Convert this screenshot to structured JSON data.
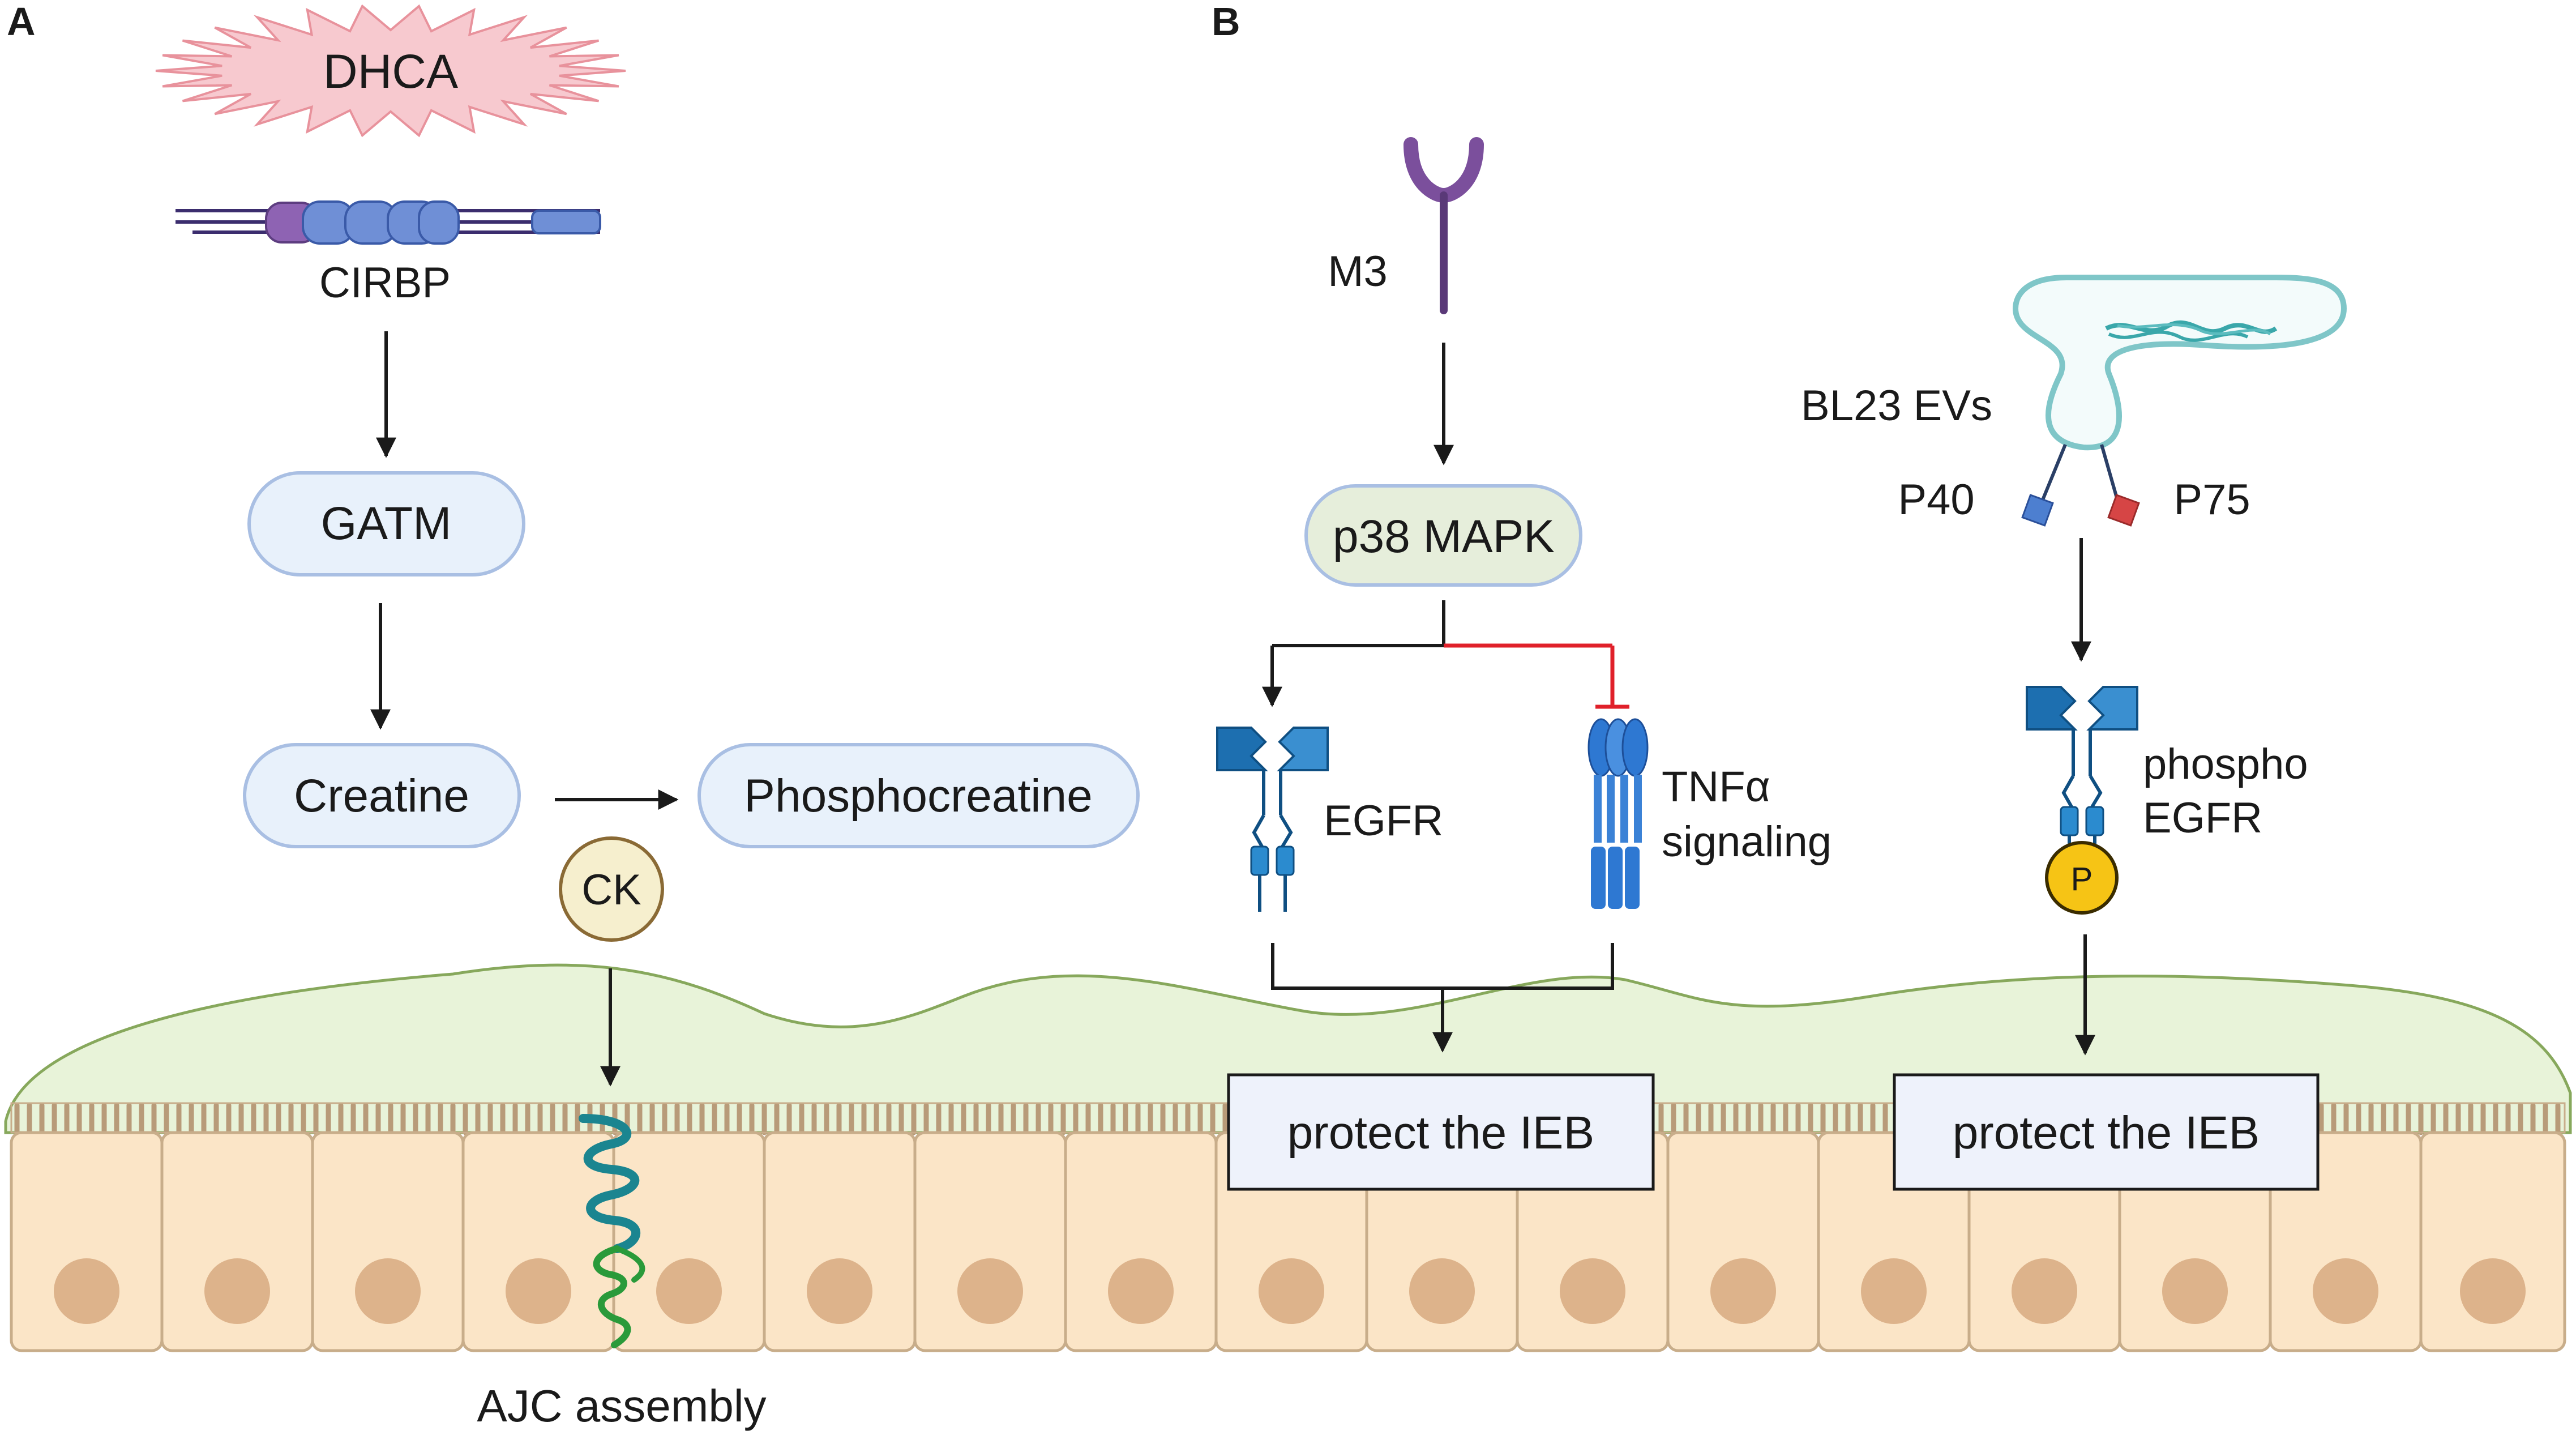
{
  "panels": {
    "a": {
      "label": "A"
    },
    "b": {
      "label": "B"
    }
  },
  "panel_a": {
    "trigger": "DHCA",
    "protein": "CIRBP",
    "enzyme": "GATM",
    "substrate": "Creatine",
    "product": "Phosphocreatine",
    "kinase": "CK",
    "outcome": "AJC assembly"
  },
  "panel_b_left": {
    "receptor": "M3",
    "kinase": "p38 MAPK",
    "egfr": "EGFR",
    "tnf_line1": "TNFα",
    "tnf_line2": "signaling",
    "outcome": "protect the IEB"
  },
  "panel_b_right": {
    "vesicle": "BL23 EVs",
    "p40": "P40",
    "p75": "P75",
    "phospho_line1": "phospho",
    "phospho_line2": "EGFR",
    "phospho_mark": "P",
    "outcome": "protect the IEB"
  },
  "colors": {
    "dhca_burst": "#f7c9cf",
    "pill_fill": "#e8f1fb",
    "pill_stroke": "#a9bfe3",
    "p38_fill": "#e6eedb",
    "ck_fill": "#f6efce",
    "mucus": "#e8f3d9",
    "cell": "#fbe5c7",
    "nucleus": "#ddb38b",
    "inhibit": "#e0202a",
    "egfr": "#1d6fb0",
    "m3": "#7b4f9c"
  }
}
